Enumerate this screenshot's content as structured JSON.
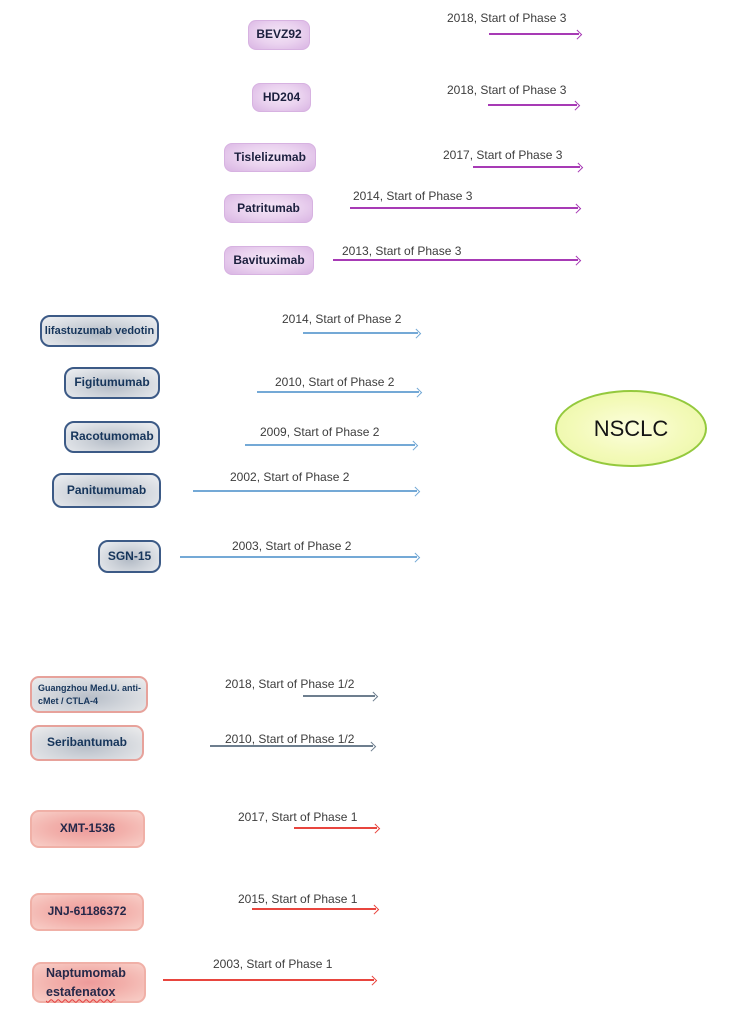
{
  "target": {
    "label": "NSCLC"
  },
  "colors": {
    "p3_arrow": "#a73ab5",
    "p2_arrow": "#74a9d6",
    "p12_arrow": "#6d7e8e",
    "p1_arrow": "#e8453e",
    "p2_box_border": "#3c5a86",
    "pink_box_border": "#e7a29b",
    "target_border": "#94c93d",
    "p3_box_fill": "#e8cfee",
    "gray_box_fill": "#cdd2d9",
    "red_box_fill": "#f2afaa",
    "target_fill": "#f3fab8",
    "label_text": "#3d3d3d"
  },
  "groups": [
    {
      "id": "phase-3",
      "rows": [
        {
          "drug": "BEVZ92",
          "event": "2018, Start of Phase 3"
        },
        {
          "drug": "HD204",
          "event": "2018, Start of Phase 3"
        },
        {
          "drug": "Tislelizumab",
          "event": "2017, Start of Phase 3"
        },
        {
          "drug": "Patritumab",
          "event": "2014, Start of Phase 3"
        },
        {
          "drug": "Bavituximab",
          "event": "2013, Start of Phase 3"
        }
      ]
    },
    {
      "id": "phase-2",
      "rows": [
        {
          "drug": "lifastuzumab vedotin",
          "event": "2014, Start of Phase 2"
        },
        {
          "drug": "Figitumumab",
          "event": "2010, Start of Phase 2"
        },
        {
          "drug": "Racotumomab",
          "event": "2009, Start of Phase 2"
        },
        {
          "drug": "Panitumumab",
          "event": "2002, Start of Phase 2"
        },
        {
          "drug": "SGN-15",
          "event": "2003, Start of Phase 2"
        }
      ]
    },
    {
      "id": "phase-1-2",
      "rows": [
        {
          "drug": "Guangzhou Med.U. anti-cMet / CTLA-4",
          "drug_lines": [
            "Guangzhou Med.U. anti-",
            "cMet / CTLA-4"
          ],
          "event": "2018, Start of Phase 1/2"
        },
        {
          "drug": "Seribantumab",
          "event": "2010, Start of Phase 1/2"
        }
      ]
    },
    {
      "id": "phase-1",
      "rows": [
        {
          "drug": "XMT-1536",
          "event": "2017, Start of Phase 1"
        },
        {
          "drug": "JNJ-61186372",
          "event": "2015, Start of Phase 1"
        },
        {
          "drug": "Naptumomab estafenatox",
          "drug_lines": [
            "Naptumomab",
            "estafenatox"
          ],
          "event": "2003, Start of Phase 1"
        }
      ]
    }
  ]
}
